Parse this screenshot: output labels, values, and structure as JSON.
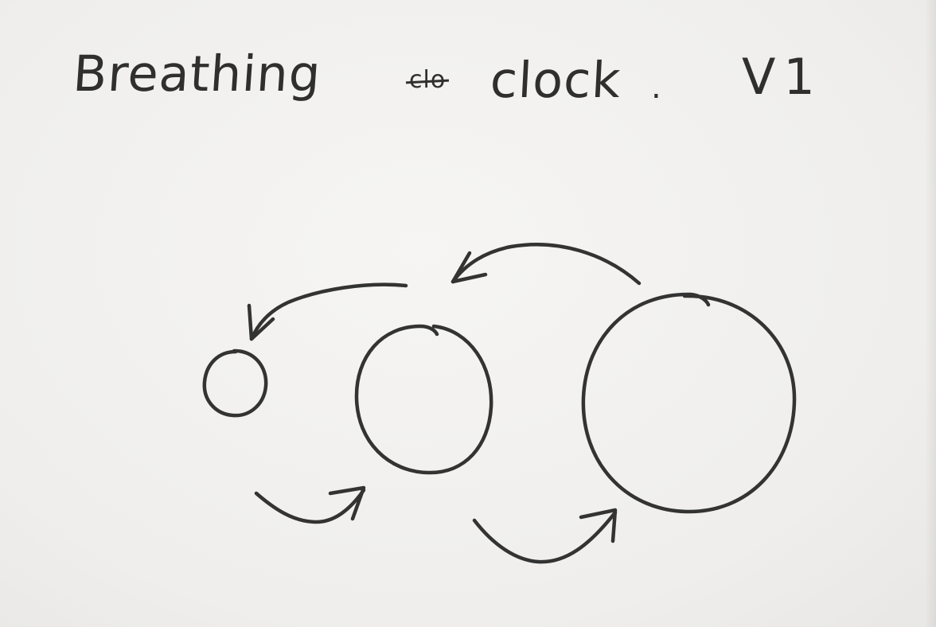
{
  "title": {
    "word1": "Breathing",
    "struck_out": "clo",
    "word2": "clock",
    "punct": ".",
    "version": "V1"
  },
  "colors": {
    "paper": "#f1f0ee",
    "ink": "#333333"
  },
  "circle_sizes": [
    "small",
    "medium",
    "large"
  ]
}
